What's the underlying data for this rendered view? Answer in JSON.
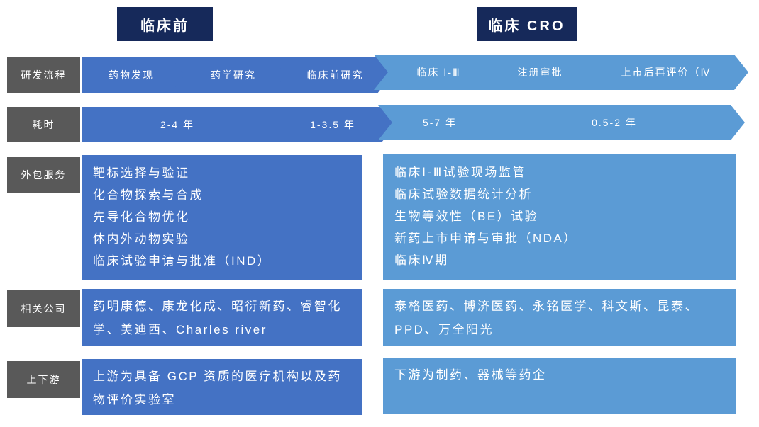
{
  "titles": {
    "preclinical": "临床前",
    "clinical_cro": "临床 CRO"
  },
  "process_row": {
    "label": "研发流程",
    "stages": [
      "药物发现",
      "药学研究",
      "临床前研究",
      "临床 Ⅰ-Ⅲ",
      "注册审批",
      "上市后再评价（Ⅳ"
    ]
  },
  "duration_row": {
    "label": "耗时",
    "durations": [
      "2-4 年",
      "1-3.5 年",
      "5-7 年",
      "0.5-2 年"
    ]
  },
  "services_row": {
    "label": "外包服务",
    "preclinical_items": [
      "靶标选择与验证",
      "化合物探索与合成",
      "先导化合物优化",
      "体内外动物实验",
      "临床试验申请与批准（IND）"
    ],
    "cro_items": [
      "临床Ⅰ-Ⅲ试验现场监管",
      "临床试验数据统计分析",
      "生物等效性（BE）试验",
      "新药上市申请与审批（NDA）",
      "临床Ⅳ期"
    ]
  },
  "companies_row": {
    "label": "相关公司",
    "preclinical": "药明康德、康龙化成、昭衍新药、睿智化学、美迪西、Charles river",
    "cro": "泰格医药、博济医药、永铭医学、科文斯、昆泰、PPD、万全阳光"
  },
  "chain_row": {
    "label": "上下游",
    "preclinical": "上游为具备 GCP 资质的医疗机构以及药物评价实验室",
    "cro": "下游为制药、器械等药企"
  },
  "colors": {
    "navy": "#16295A",
    "label_gray": "#595959",
    "preclinical_blue": "#4472C4",
    "cro_blue": "#5B9BD5",
    "text": "#FFFFFF"
  }
}
